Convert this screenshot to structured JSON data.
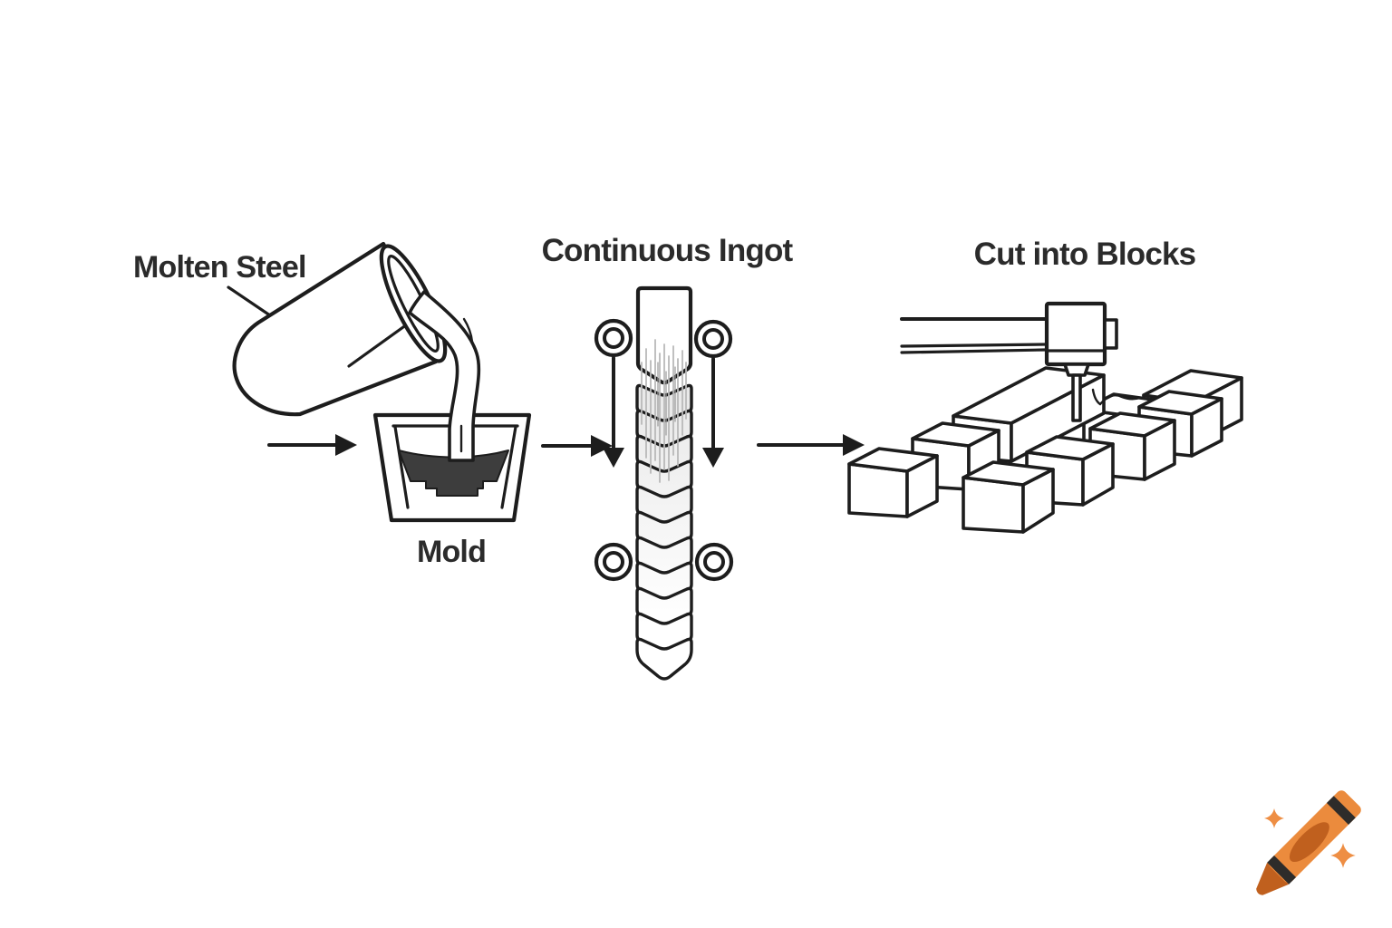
{
  "diagram": {
    "title_implicit": "Steel casting process",
    "stage1": {
      "label": "Molten Steel",
      "mold_label": "Mold"
    },
    "stage2": {
      "label": "Continuous Ingot"
    },
    "stage3": {
      "label": "Cut into Blocks"
    }
  },
  "colors": {
    "line": "#1d1d1d",
    "text": "#2b2b2b",
    "molten_pool": "#3d3d3d",
    "ingot_shade_start": "#e7e7e7",
    "ingot_shade_end": "#ffffff",
    "crayon_body": "#EB8B3D",
    "crayon_dark": "#C0601E",
    "crayon_stripe": "#2E2C2A",
    "sparkle": "#EE8E44"
  },
  "logo": {
    "icon": "crayon-icon"
  }
}
